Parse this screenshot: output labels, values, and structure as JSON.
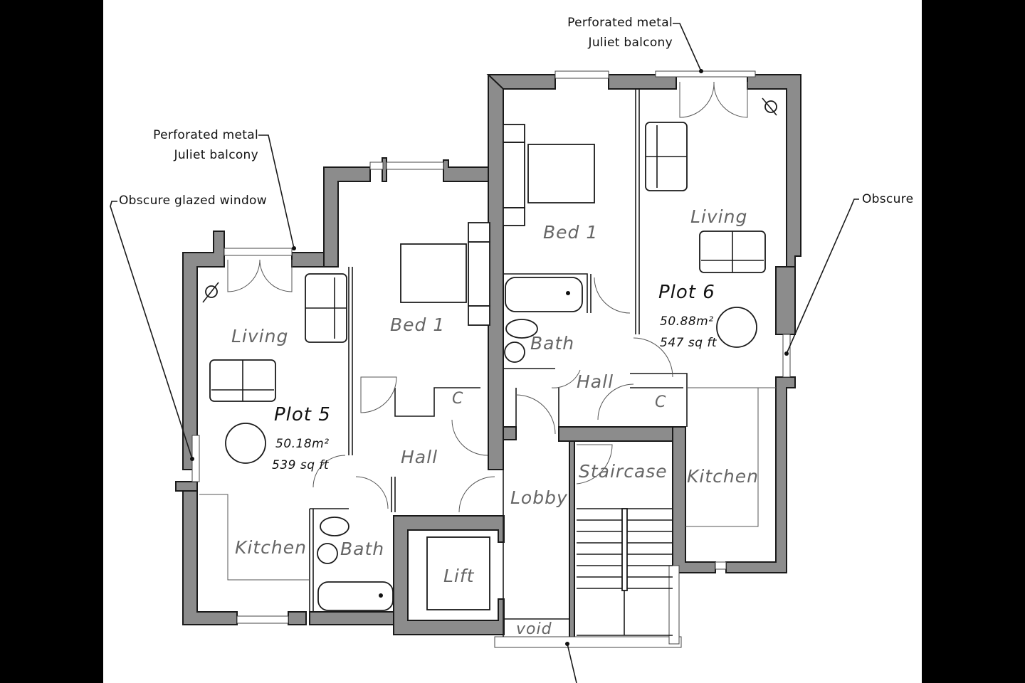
{
  "drawing": {
    "type": "floor-plan",
    "colors": {
      "wall_fill": "#8c8c8c",
      "line": "#1a1a1a",
      "room_label": "#666666",
      "background": "#ffffff",
      "frame": "#000000"
    }
  },
  "plots": [
    {
      "name": "Plot 5",
      "area_m2": "50.18m²",
      "area_sqft": "539 sq ft"
    },
    {
      "name": "Plot 6",
      "area_m2": "50.88m²",
      "area_sqft": "547 sq ft"
    }
  ],
  "rooms": {
    "plot5": {
      "living": "Living",
      "bed": "Bed 1",
      "hall": "Hall",
      "cupboard": "C",
      "kitchen": "Kitchen",
      "bath": "Bath"
    },
    "plot6": {
      "living": "Living",
      "bed": "Bed 1",
      "hall": "Hall",
      "cupboard": "C",
      "kitchen": "Kitchen",
      "bath": "Bath"
    },
    "common": {
      "lobby": "Lobby",
      "staircase": "Staircase",
      "lift": "Lift",
      "void": "void"
    }
  },
  "annotations": {
    "juliet_top_line1": "Perforated metal",
    "juliet_top_line2": "Juliet balcony",
    "juliet_left_line1": "Perforated metal",
    "juliet_left_line2": "Juliet balcony",
    "obscure_left": "Obscure glazed window",
    "obscure_right": "Obscure"
  }
}
